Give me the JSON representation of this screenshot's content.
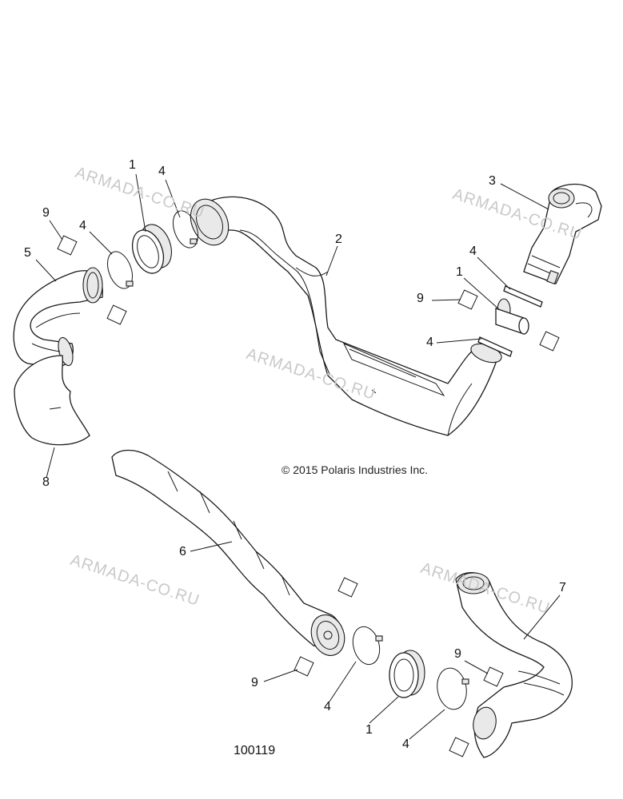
{
  "copyright": "© 2015 Polaris Industries Inc.",
  "diagram_id": "100119",
  "watermark": "ARMADA-CO.RU",
  "callouts": [
    {
      "id": "c1a",
      "text": "1"
    },
    {
      "id": "c4a",
      "text": "4"
    },
    {
      "id": "c9a",
      "text": "9"
    },
    {
      "id": "c4b",
      "text": "4"
    },
    {
      "id": "c5",
      "text": "5"
    },
    {
      "id": "c3",
      "text": "3"
    },
    {
      "id": "c2",
      "text": "2"
    },
    {
      "id": "c4c",
      "text": "4"
    },
    {
      "id": "c1b",
      "text": "1"
    },
    {
      "id": "c9b",
      "text": "9"
    },
    {
      "id": "c4d",
      "text": "4"
    },
    {
      "id": "c8",
      "text": "8"
    },
    {
      "id": "c6",
      "text": "6"
    },
    {
      "id": "c7",
      "text": "7"
    },
    {
      "id": "c9c",
      "text": "9"
    },
    {
      "id": "c9d",
      "text": "9"
    },
    {
      "id": "c4e",
      "text": "4"
    },
    {
      "id": "c1c",
      "text": "1"
    },
    {
      "id": "c4f",
      "text": "4"
    }
  ]
}
